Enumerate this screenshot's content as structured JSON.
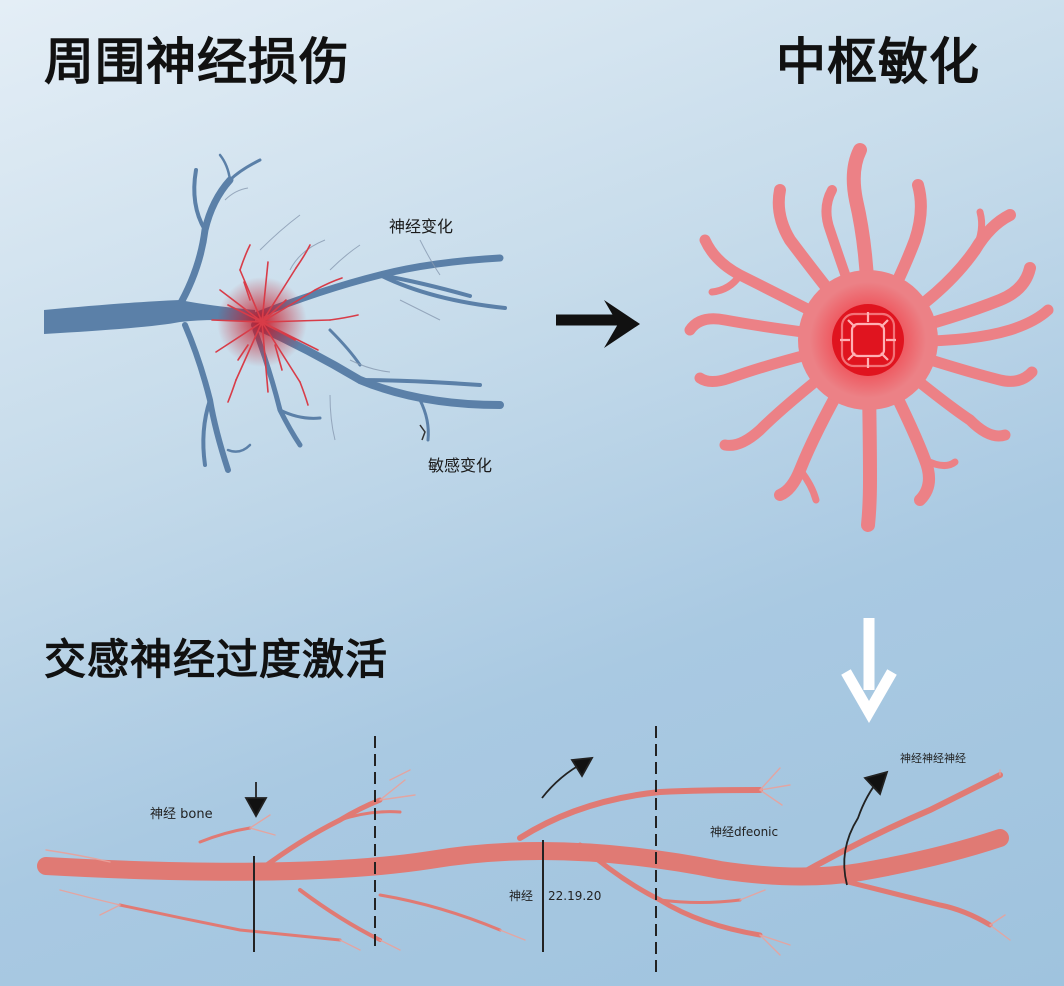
{
  "titles": {
    "left": "周围神经损伤",
    "right": "中枢敏化",
    "bottom": "交感神经过度激活"
  },
  "labels": {
    "nerve_change": "神经变化",
    "sensitivity_change": "敏感变化",
    "sympathetic_left": "神经 bone",
    "sympathetic_mid": "神经dfeonic",
    "sympathetic_bottom": "神经",
    "sympathetic_bottom_num": "22.19.20",
    "sympathetic_top_right": "神经神经神经"
  },
  "colors": {
    "nerve_blue": "#5b80a8",
    "nerve_red": "#d83c48",
    "neuron_pink": "#ec8186",
    "neuron_core": "#e0141f",
    "fiber_salmon": "#e07a74",
    "arrow_black": "#111111",
    "arrow_white": "#ffffff"
  }
}
